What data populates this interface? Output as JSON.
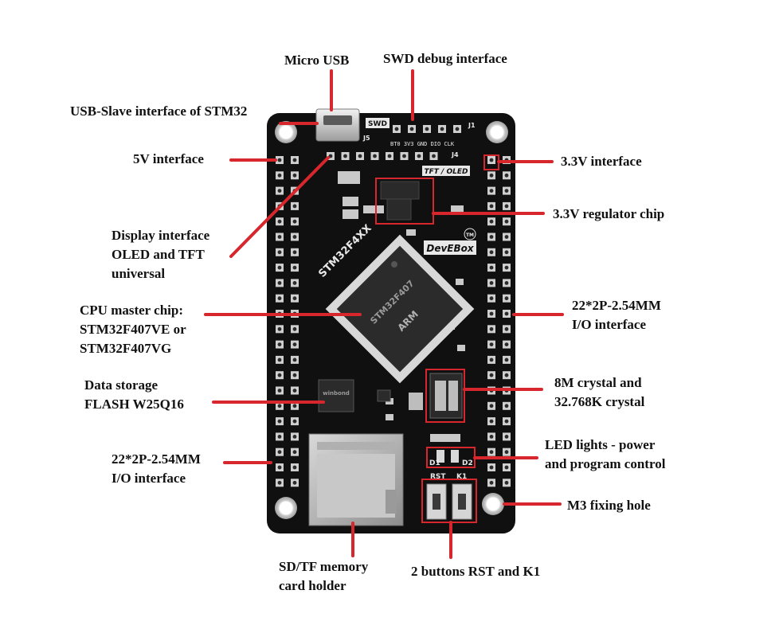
{
  "colors": {
    "leader": "#d7262c",
    "pcb": "#101010",
    "label_text": "#111111",
    "silkscreen": "#e8e8e8"
  },
  "labels": {
    "micro_usb": [
      "Micro USB"
    ],
    "swd": [
      "SWD debug interface"
    ],
    "usb_slave": [
      "USB-Slave interface of STM32"
    ],
    "v5": [
      "5V interface"
    ],
    "v33": [
      "3.3V interface"
    ],
    "regulator": [
      "3.3V regulator chip"
    ],
    "display": [
      "Display interface",
      "OLED and TFT",
      "universal"
    ],
    "cpu": [
      "CPU master chip:",
      "STM32F407VE  or",
      "STM32F407VG"
    ],
    "io_right": [
      "22*2P-2.54MM",
      "I/O interface"
    ],
    "crystal": [
      "8M crystal and",
      "32.768K crystal"
    ],
    "flash": [
      "Data storage",
      "FLASH W25Q16"
    ],
    "led": [
      "LED lights - power",
      "and program control"
    ],
    "io_left": [
      "22*2P-2.54MM",
      "I/O interface"
    ],
    "m3": [
      "M3 fixing hole"
    ],
    "sd": [
      "SD/TF memory",
      "card holder"
    ],
    "buttons": [
      "2 buttons RST and K1"
    ]
  },
  "silkscreen": {
    "swd": "SWD",
    "j1": "J1",
    "j4": "J4",
    "j5": "J5",
    "swd_pins": "BT0 3V3 GND DIO CLK",
    "tft_oled": "TFT / OLED",
    "model": "STM32F4XX",
    "brand": "DevEBox",
    "tm": "TM",
    "rst": "RST",
    "k1": "K1",
    "d1": "D1",
    "d2": "D2",
    "chip_text": "STM32F407",
    "arm": "ARM",
    "flash_chip": "winbond"
  }
}
